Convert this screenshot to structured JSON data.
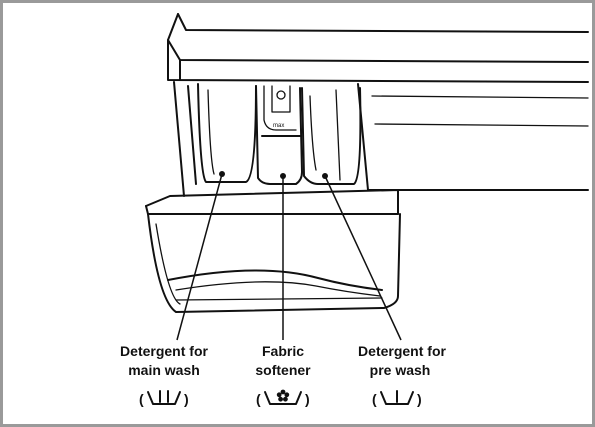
{
  "labels": {
    "main_wash": {
      "line1": "Detergent for",
      "line2": "main wash",
      "symbol_open": "(",
      "symbol_close": ")"
    },
    "fabric_softener": {
      "line1": "Fabric",
      "line2": "softener",
      "symbol_open": "(",
      "symbol_close": ")"
    },
    "pre_wash": {
      "line1": "Detergent for",
      "line2": "pre wash",
      "symbol_open": "(",
      "symbol_close": ")"
    }
  },
  "max_mark": "max",
  "icons": {
    "main_wash": "main-wash-tub-two-bars-icon",
    "fabric_softener": "fabric-softener-flower-tub-icon",
    "pre_wash": "pre-wash-tub-one-bar-icon"
  }
}
